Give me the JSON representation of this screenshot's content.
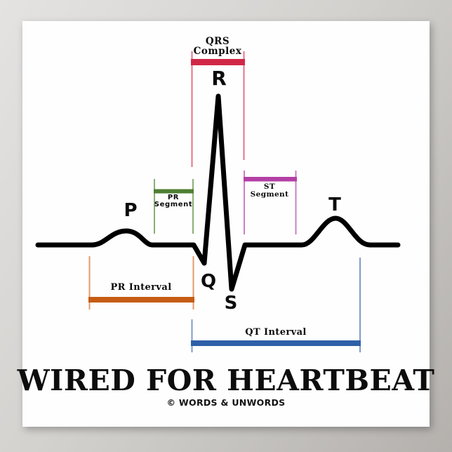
{
  "poster": {
    "title": "WIRED FOR HEARTBEAT",
    "credit": "© WORDS & UNWORDS"
  },
  "diagram": {
    "wave_labels": {
      "p": "P",
      "q": "Q",
      "r": "R",
      "s": "S",
      "t": "T"
    },
    "annotations": {
      "qrs_complex_line1": "QRS",
      "qrs_complex_line2": "Complex",
      "pr_segment_line1": "PR",
      "pr_segment_line2": "Segment",
      "st_segment_line1": "ST",
      "st_segment_line2": "Segment",
      "pr_interval": "PR Interval",
      "qt_interval": "QT Interval"
    },
    "colors": {
      "waveform": "#000000",
      "qrs_bar": "#d12747",
      "qrs_line": "#e5728a",
      "pr_segment_bar": "#4e7e33",
      "pr_segment_line": "#8cae74",
      "st_segment_bar": "#b43fa5",
      "st_segment_line": "#cd7ec2",
      "pr_interval_bar": "#c65c14",
      "pr_interval_line": "#e39a6e",
      "qt_interval_bar": "#2e5fa8",
      "qt_interval_line": "#7e9cc9"
    }
  }
}
